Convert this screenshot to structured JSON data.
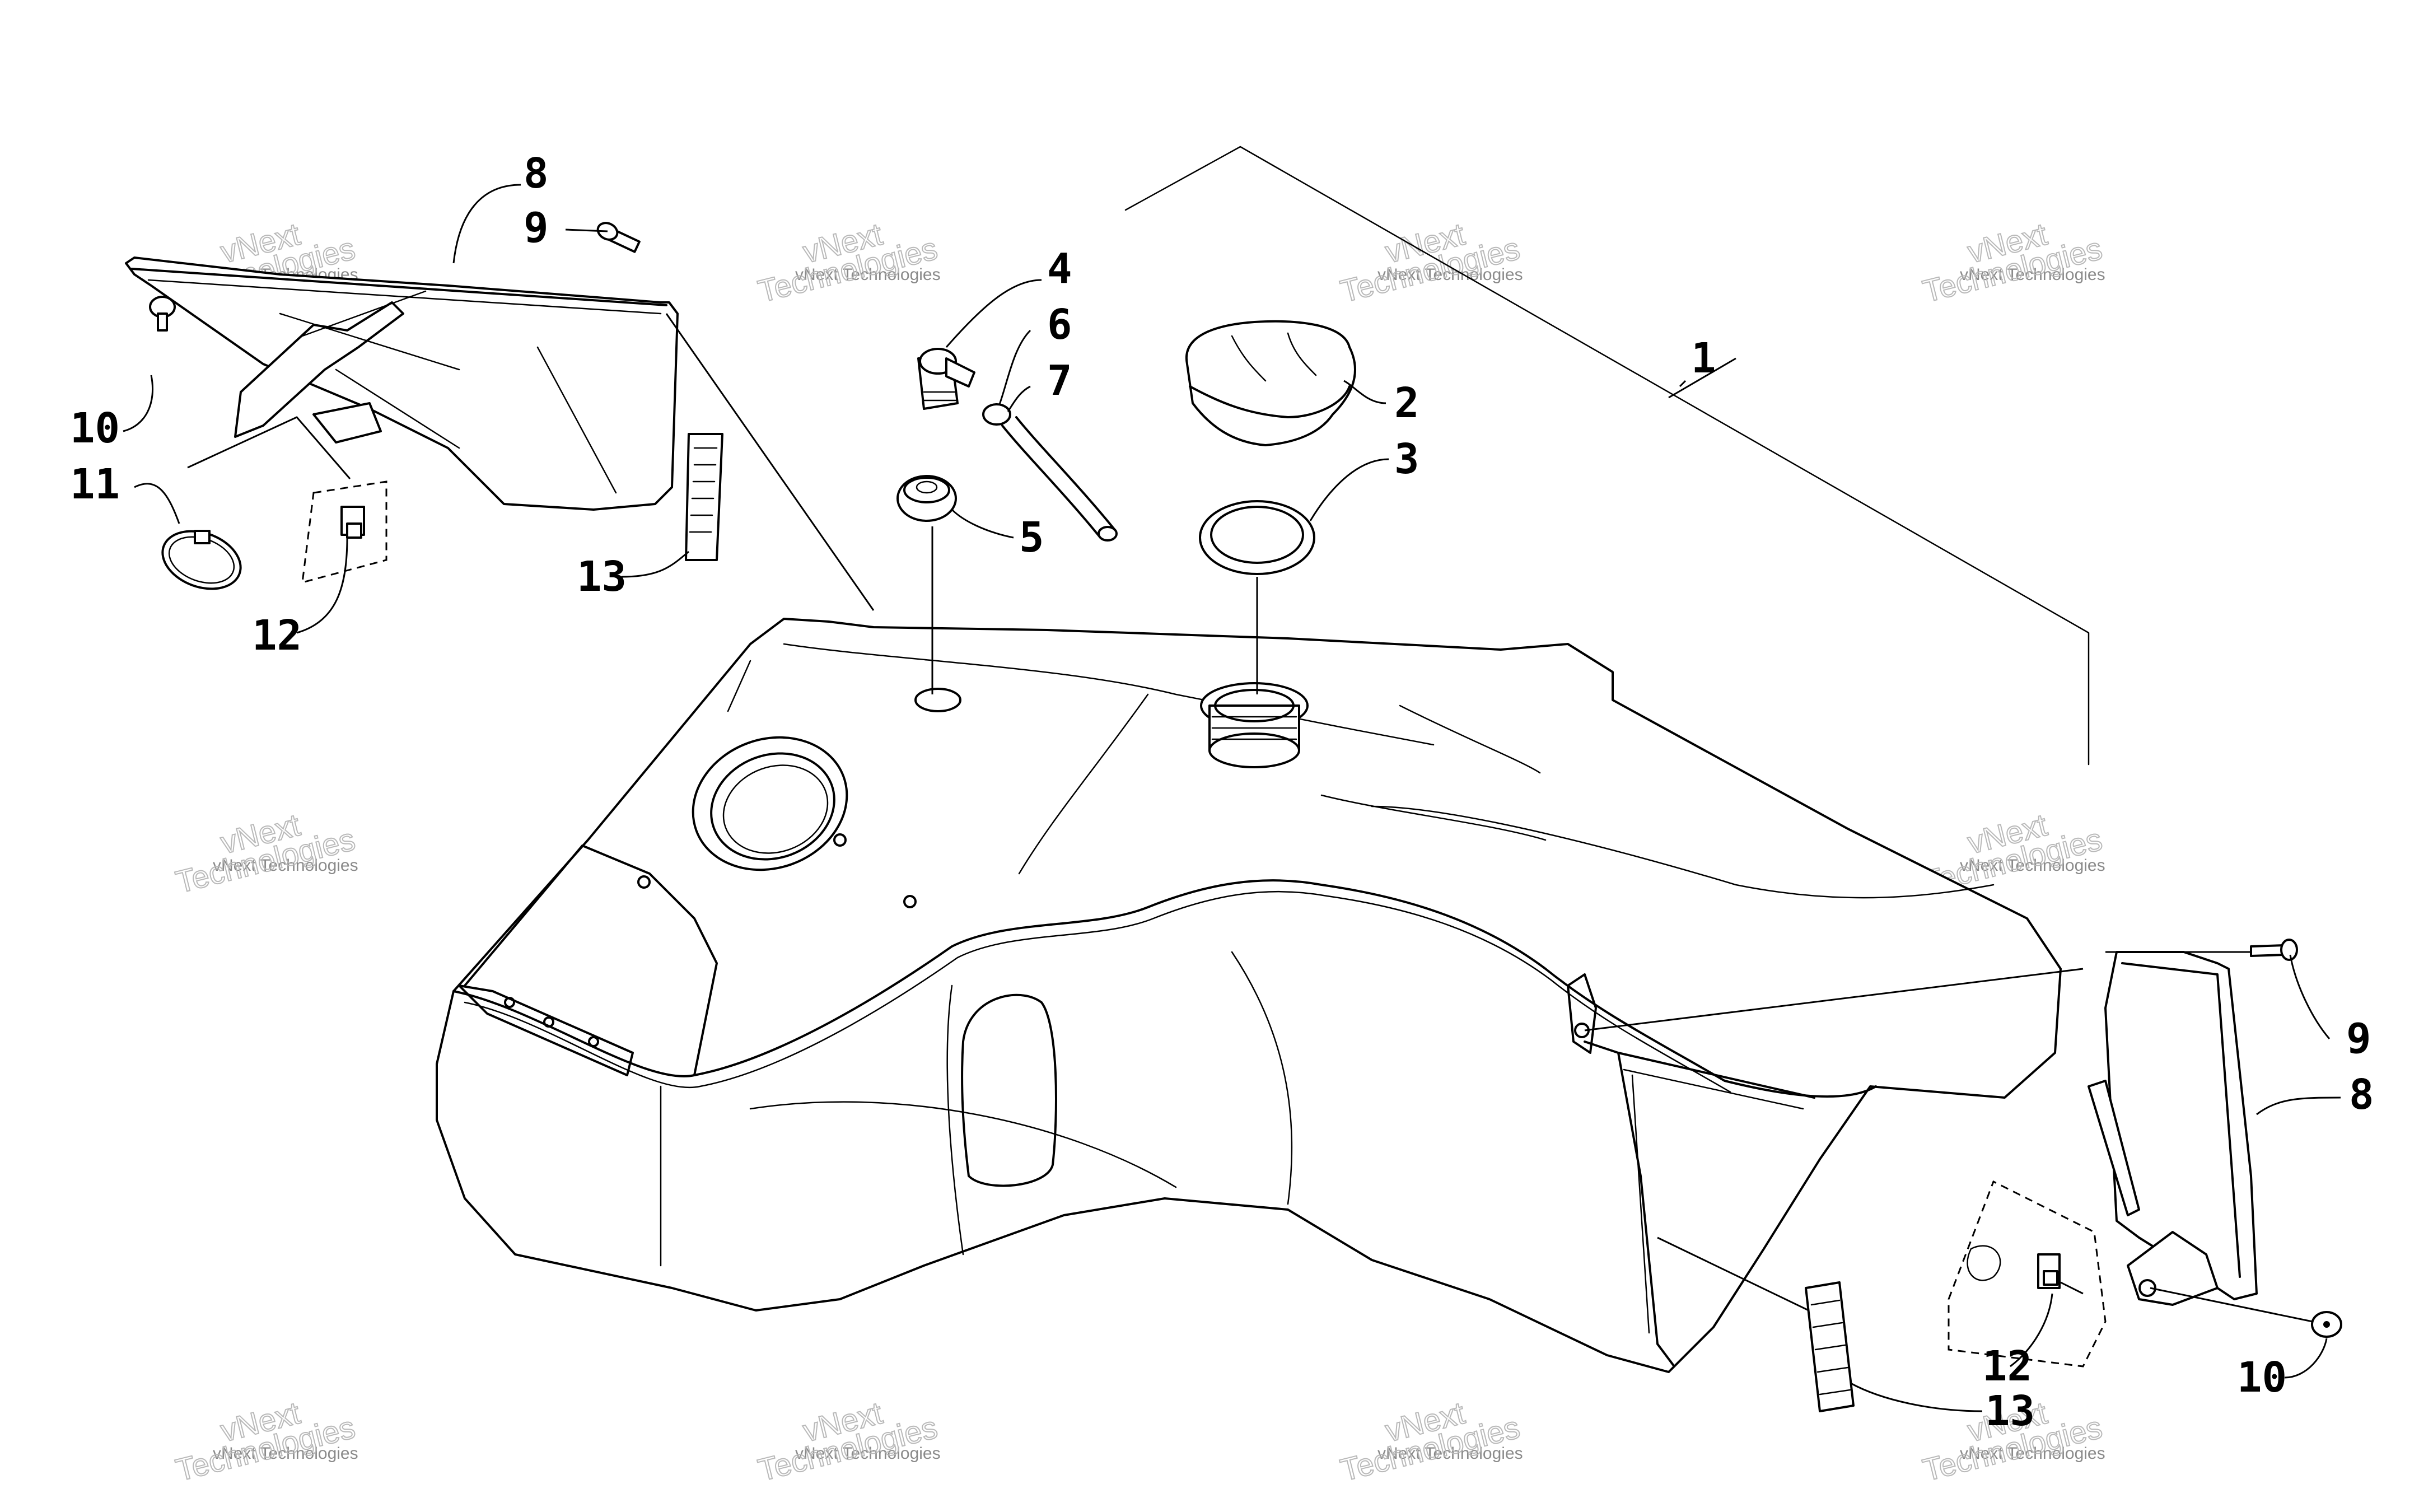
{
  "diagram": {
    "callouts": [
      {
        "id": "c1",
        "label": "1"
      },
      {
        "id": "c2",
        "label": "2"
      },
      {
        "id": "c3",
        "label": "3"
      },
      {
        "id": "c4",
        "label": "4"
      },
      {
        "id": "c5",
        "label": "5"
      },
      {
        "id": "c6",
        "label": "6"
      },
      {
        "id": "c7",
        "label": "7"
      },
      {
        "id": "c8a",
        "label": "8"
      },
      {
        "id": "c9a",
        "label": "9"
      },
      {
        "id": "c10a",
        "label": "10"
      },
      {
        "id": "c11",
        "label": "11"
      },
      {
        "id": "c12a",
        "label": "12"
      },
      {
        "id": "c13a",
        "label": "13"
      },
      {
        "id": "c9b",
        "label": "9"
      },
      {
        "id": "c8b",
        "label": "8"
      },
      {
        "id": "c12b",
        "label": "12"
      },
      {
        "id": "c10b",
        "label": "10"
      },
      {
        "id": "c13b",
        "label": "13"
      }
    ]
  },
  "watermark": {
    "small_text": "vNext Technologies",
    "line1": "vNext",
    "line2": "Technologies"
  }
}
